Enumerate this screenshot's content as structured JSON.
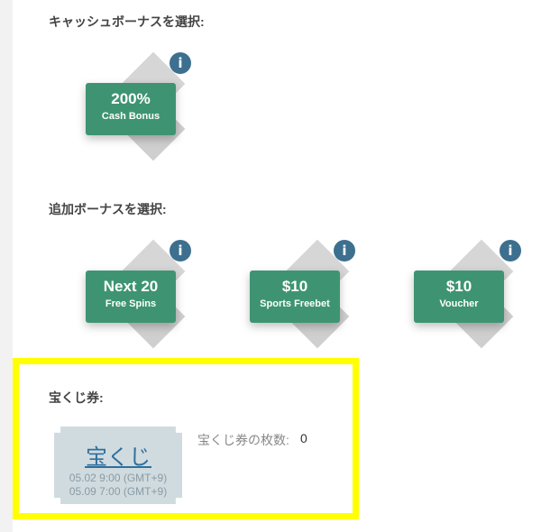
{
  "cash_section": {
    "title": "キャッシュボーナスを選択:",
    "bonuses": [
      {
        "big": "200%",
        "small": "Cash Bonus"
      }
    ]
  },
  "extra_section": {
    "title": "追加ボーナスを選択:",
    "bonuses": [
      {
        "big": "Next 20",
        "small": "Free Spins"
      },
      {
        "big": "$10",
        "small": "Sports Freebet"
      },
      {
        "big": "$10",
        "small": "Voucher"
      }
    ]
  },
  "info_icon_glyph": "i",
  "lottery": {
    "title": "宝くじ券:",
    "ticket_label": "宝くじ",
    "date_start": "05.02 9:00 (GMT+9)",
    "date_end": "05.09 7:00 (GMT+9)",
    "count_label": "宝くじ券の枚数:",
    "count_value": "0"
  },
  "colors": {
    "accent_green": "#3e9472",
    "info_blue": "#3d6f8f",
    "highlight_yellow": "#ffff00",
    "ticket_blue": "#2e6f9c"
  }
}
